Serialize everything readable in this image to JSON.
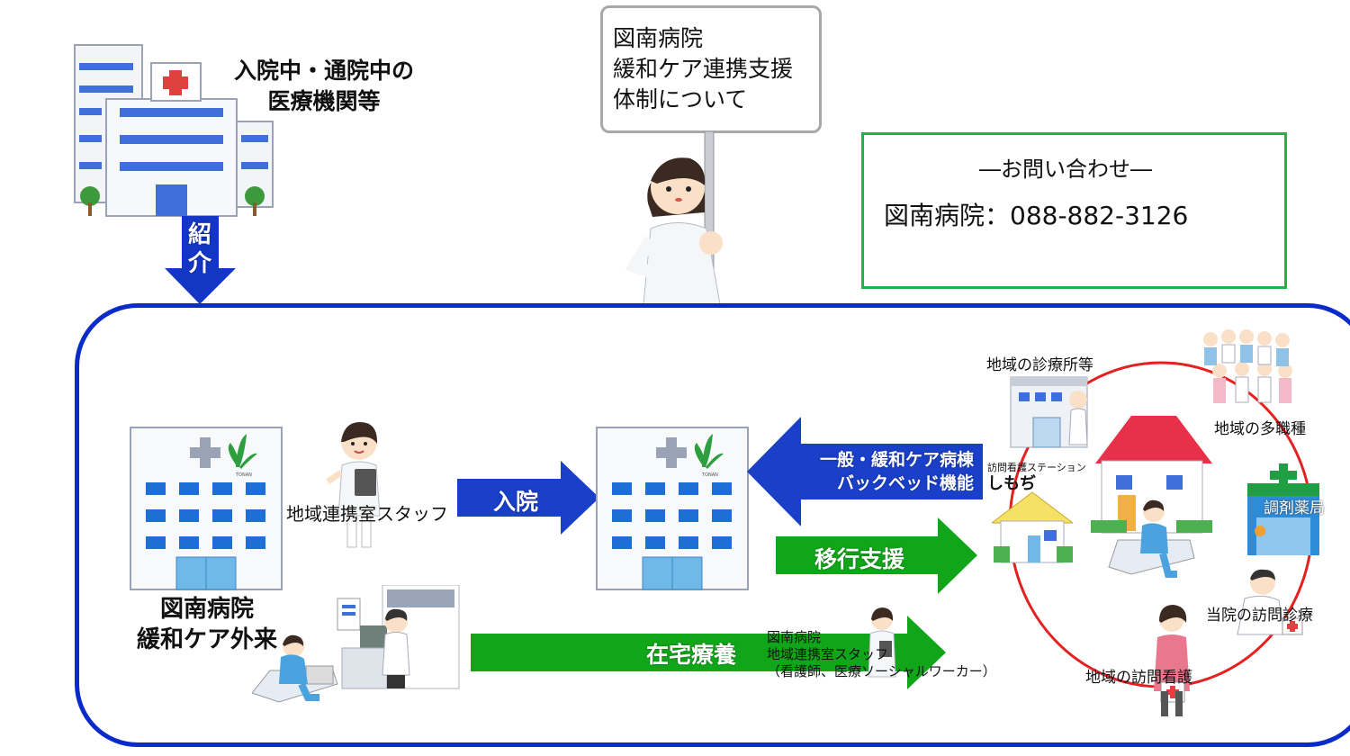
{
  "referring_institution": {
    "title_line1": "入院中・通院中の",
    "title_line2": "医療機関等"
  },
  "referral_arrow": {
    "char1": "紹",
    "char2": "介"
  },
  "sign": {
    "line1": "図南病院",
    "line2": "緩和ケア連携支援",
    "line3": "体制について"
  },
  "contact": {
    "heading": "―お問い合わせ―",
    "phone": "図南病院：088-882-3126"
  },
  "outpatient": {
    "line1": "図南病院",
    "line2": "緩和ケア外来"
  },
  "liaison_staff": "地域連携室スタッフ",
  "arrows": {
    "admission": "入院",
    "transition": "移行支援",
    "home_care": "在宅療養",
    "backbed_line1": "一般・緩和ケア病棟",
    "backbed_line2": "バックベッド機能"
  },
  "home_staff": {
    "line1": "図南病院",
    "line2": "地域連携室スタッフ",
    "line3": "（看護師、医療ソーシャルワーカー）"
  },
  "community": {
    "clinics": "地域の診療所等",
    "station_small": "訪問看護ステーション",
    "station_name": "しもぢ",
    "multidisciplinary": "地域の多職種",
    "pharmacy": "調剤薬局",
    "home_visit": "当院の訪問診療",
    "visiting_nurse": "地域の訪問看護"
  },
  "building_logo": "TONAN",
  "colors": {
    "frame": "#0a2bc9",
    "blue_arrow": "#1a3fc8",
    "green_arrow": "#11a51a",
    "circle": "#e52020",
    "contact_border": "#22b14c"
  }
}
